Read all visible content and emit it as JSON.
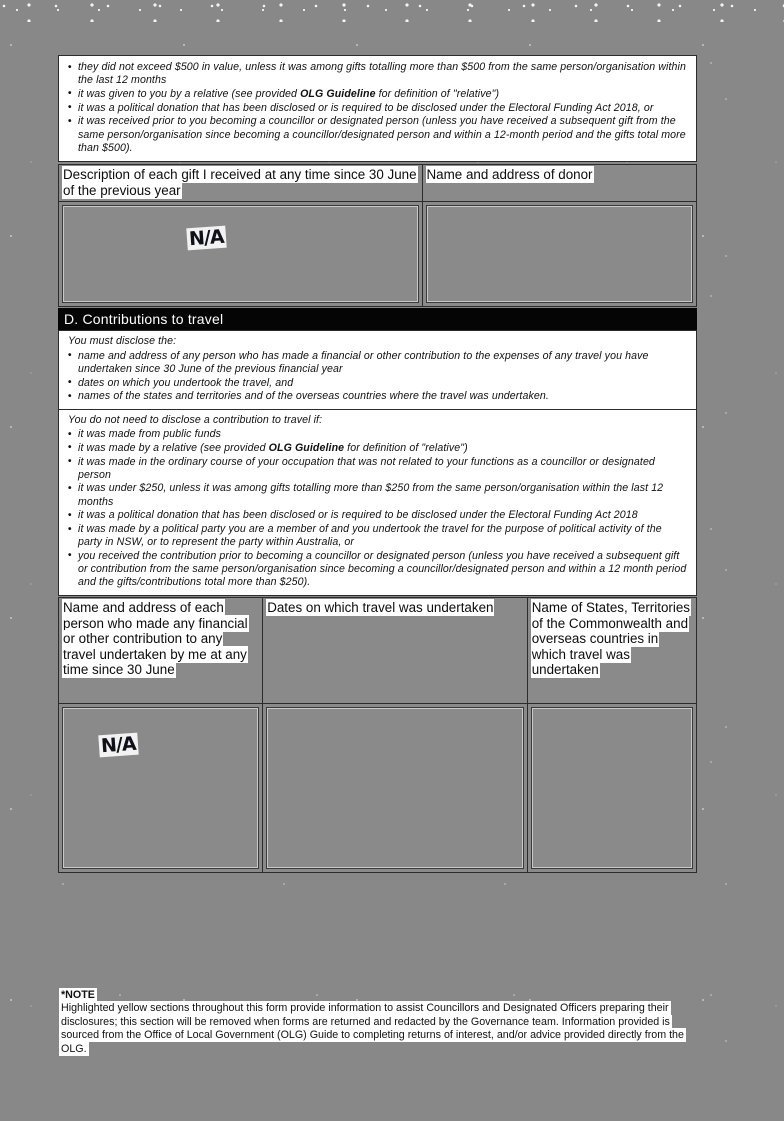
{
  "document": {
    "type": "scanned-form",
    "page_background": "#888888"
  },
  "section_c_continued": {
    "bullets": [
      "they did not exceed $500 in value, unless it was among gifts totalling more than $500 from the same person/organisation within the last 12 months",
      "it was given to you by a relative (see provided OLG Guideline for definition of \"relative\")",
      "it was a political donation that has been disclosed or is required to be disclosed under the Electoral Funding Act 2018, or",
      "it was received prior to you becoming a councillor or designated person (unless you have received a subsequent gift from the same person/organisation since becoming a councillor/designated person and within a 12-month period and the gifts total more than $500)."
    ],
    "bold_phrase": "OLG Guideline"
  },
  "gifts_table": {
    "headers": [
      "Description of each gift I received at any time since 30 June of the previous year",
      "Name and address of donor"
    ],
    "rows": [
      {
        "description": "N/A",
        "donor": ""
      }
    ]
  },
  "section_d": {
    "bar_label": "D. Contributions to travel",
    "must_disclose_lead": "You must disclose the:",
    "must_disclose_bullets": [
      "name and address of any person who has made a financial or other contribution to the expenses of any travel you have undertaken since 30 June of the previous financial year",
      "dates on which you undertook the travel, and",
      "names of the states and territories and of the overseas countries where the travel was undertaken."
    ],
    "exemption_lead": "You do not need to disclose a contribution to travel if:",
    "exemption_bullets": [
      "it was made from public funds",
      "it was made by a relative (see provided OLG Guideline for definition of \"relative\")",
      "it was made in the ordinary course of your occupation that was not related to your functions as a councillor or designated person",
      "it was under $250, unless it was among gifts totalling more than $250 from the same person/organisation within the last 12 months",
      "it was a political donation that has been disclosed or is required to be disclosed under the Electoral Funding Act 2018",
      "it was made by a political party you are a member of and you undertook the travel for the purpose of political activity of the party in NSW, or to represent the party within Australia, or",
      "you received the contribution prior to becoming a councillor or designated person (unless you have received a subsequent gift or contribution from the same person/organisation since becoming a councillor/designated person and within a 12 month period and the gifts/contributions total more than $250)."
    ],
    "bold_phrase": "OLG Guideline"
  },
  "travel_table": {
    "headers": [
      "Name and address of each person who made any financial or other contribution to any travel undertaken by me at any time since 30 June",
      "Dates on which travel was undertaken",
      "Name of States, Territories of the Commonwealth and overseas countries in which travel was undertaken"
    ],
    "rows": [
      {
        "contributor": "N/A",
        "dates": "",
        "places": ""
      }
    ]
  },
  "note": {
    "title": "*NOTE",
    "body": "Highlighted yellow sections throughout this form provide information to assist Councillors and Designated Officers preparing their disclosures; this section will be removed when forms are returned and redacted by the Governance team. Information provided is sourced from the Office of Local Government (OLG) Guide to completing returns of interest, and/or advice provided directly from the OLG."
  }
}
